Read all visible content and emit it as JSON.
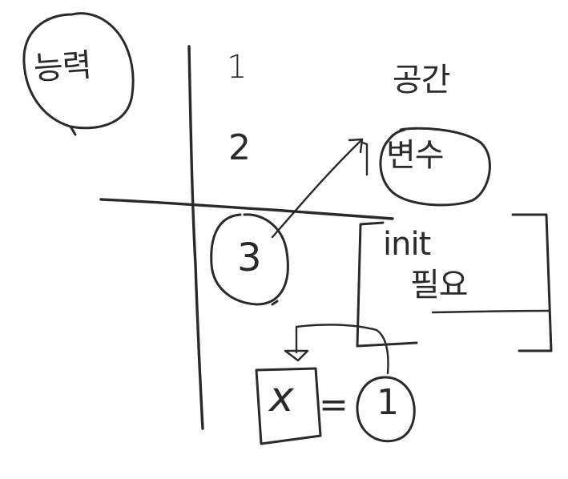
{
  "colors": {
    "ink": "#2a2a2a",
    "paper": "#ffffff"
  },
  "labels": {
    "ability": "능력",
    "step_1": "1",
    "step_2": "2",
    "step_3": "3",
    "space": "공간",
    "variable": "변수",
    "init": "init",
    "need": "필요",
    "x": "x",
    "equals": "=",
    "one": "1"
  }
}
